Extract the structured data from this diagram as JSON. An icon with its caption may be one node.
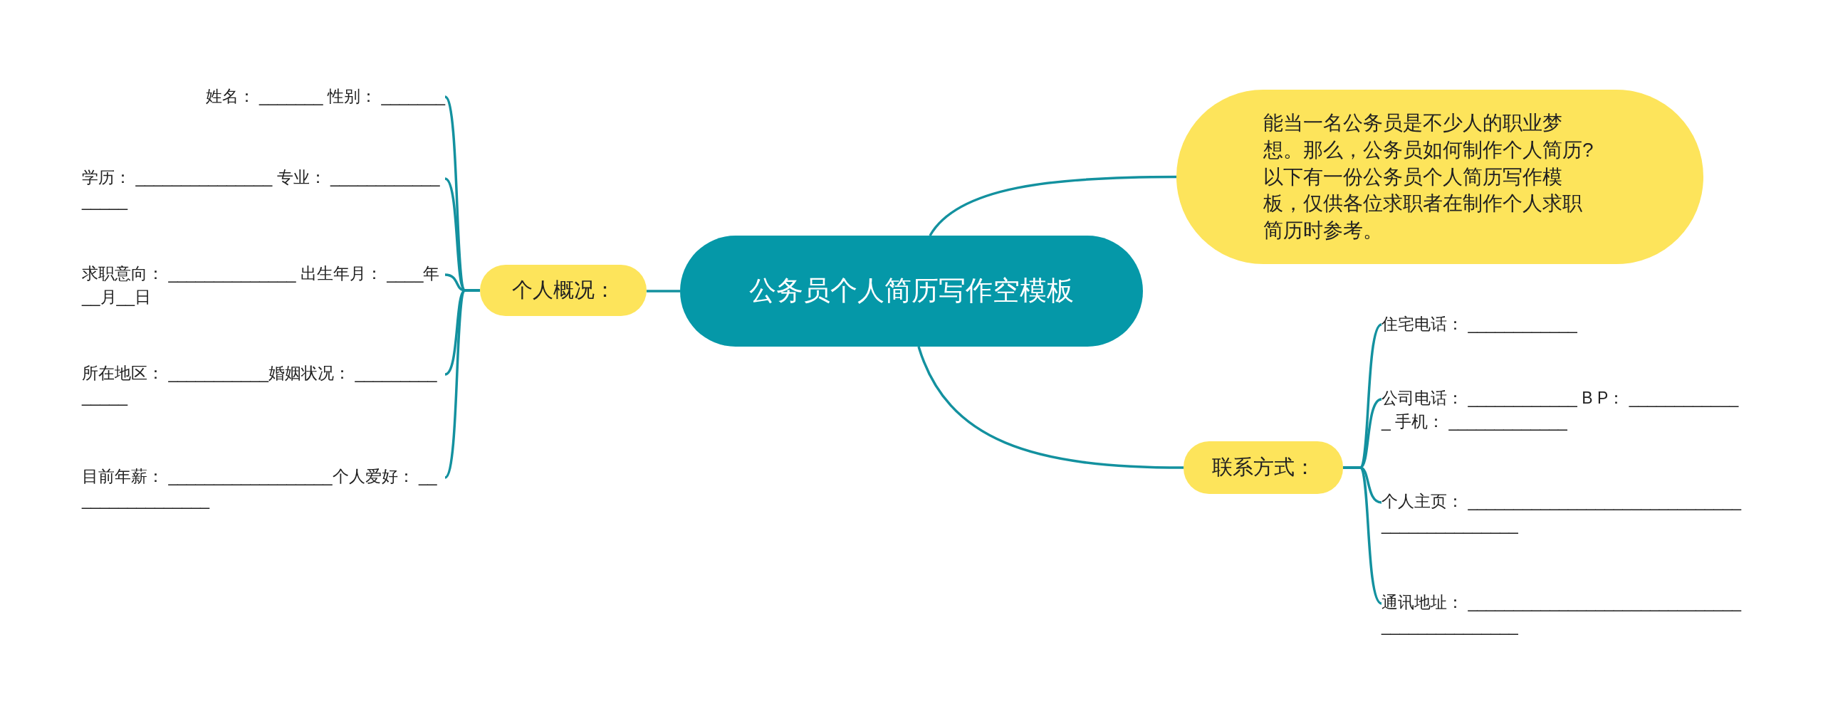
{
  "diagram": {
    "nodes": [
      {
        "text": [
          "公务员个人简历写作空模板"
        ]
      },
      {
        "text": [
          "能当一名公务员是不少人的职业梦想。那么，公务员如何制作个人简历?以下有一份公务员个人简历写作模板，仅供各位求职者在制作个人求职简历时参考。"
        ]
      },
      {
        "text": [
          "个人概况："
        ]
      },
      {
        "text": [
          "姓名： _______ 性别： _______"
        ]
      },
      {
        "text": [
          "学历： _______________ 专业： _________________"
        ]
      },
      {
        "text": [
          "求职意向： ______________ 出生年月： ____年__月__日"
        ]
      },
      {
        "text": [
          "所在地区： ___________婚姻状况： ______________"
        ]
      },
      {
        "text": [
          "目前年薪： __________________个人爱好： ________________"
        ]
      },
      {
        "text": [
          "联系方式："
        ]
      },
      {
        "text": [
          "住宅电话： ____________"
        ]
      },
      {
        "text": [
          "公司电话： ____________ B P： _____________ 手机： _____________"
        ]
      },
      {
        "text": [
          "个人主页： _____________________________________________"
        ]
      },
      {
        "text": [
          "通讯地址： _____________________________________________"
        ]
      }
    ],
    "edges": [
      {
        "from": 0,
        "to": 1,
        "arrow": "none"
      },
      {
        "from": 0,
        "to": 2,
        "arrow": "none"
      },
      {
        "from": 0,
        "to": 8,
        "arrow": "none"
      },
      {
        "from": 2,
        "to": 3,
        "arrow": "none"
      },
      {
        "from": 2,
        "to": 4,
        "arrow": "none"
      },
      {
        "from": 2,
        "to": 5,
        "arrow": "none"
      },
      {
        "from": 2,
        "to": 6,
        "arrow": "none"
      },
      {
        "from": 2,
        "to": 7,
        "arrow": "none"
      },
      {
        "from": 8,
        "to": 9,
        "arrow": "none"
      },
      {
        "from": 8,
        "to": 10,
        "arrow": "none"
      },
      {
        "from": 8,
        "to": 11,
        "arrow": "none"
      },
      {
        "from": 8,
        "to": 12,
        "arrow": "none"
      }
    ]
  }
}
